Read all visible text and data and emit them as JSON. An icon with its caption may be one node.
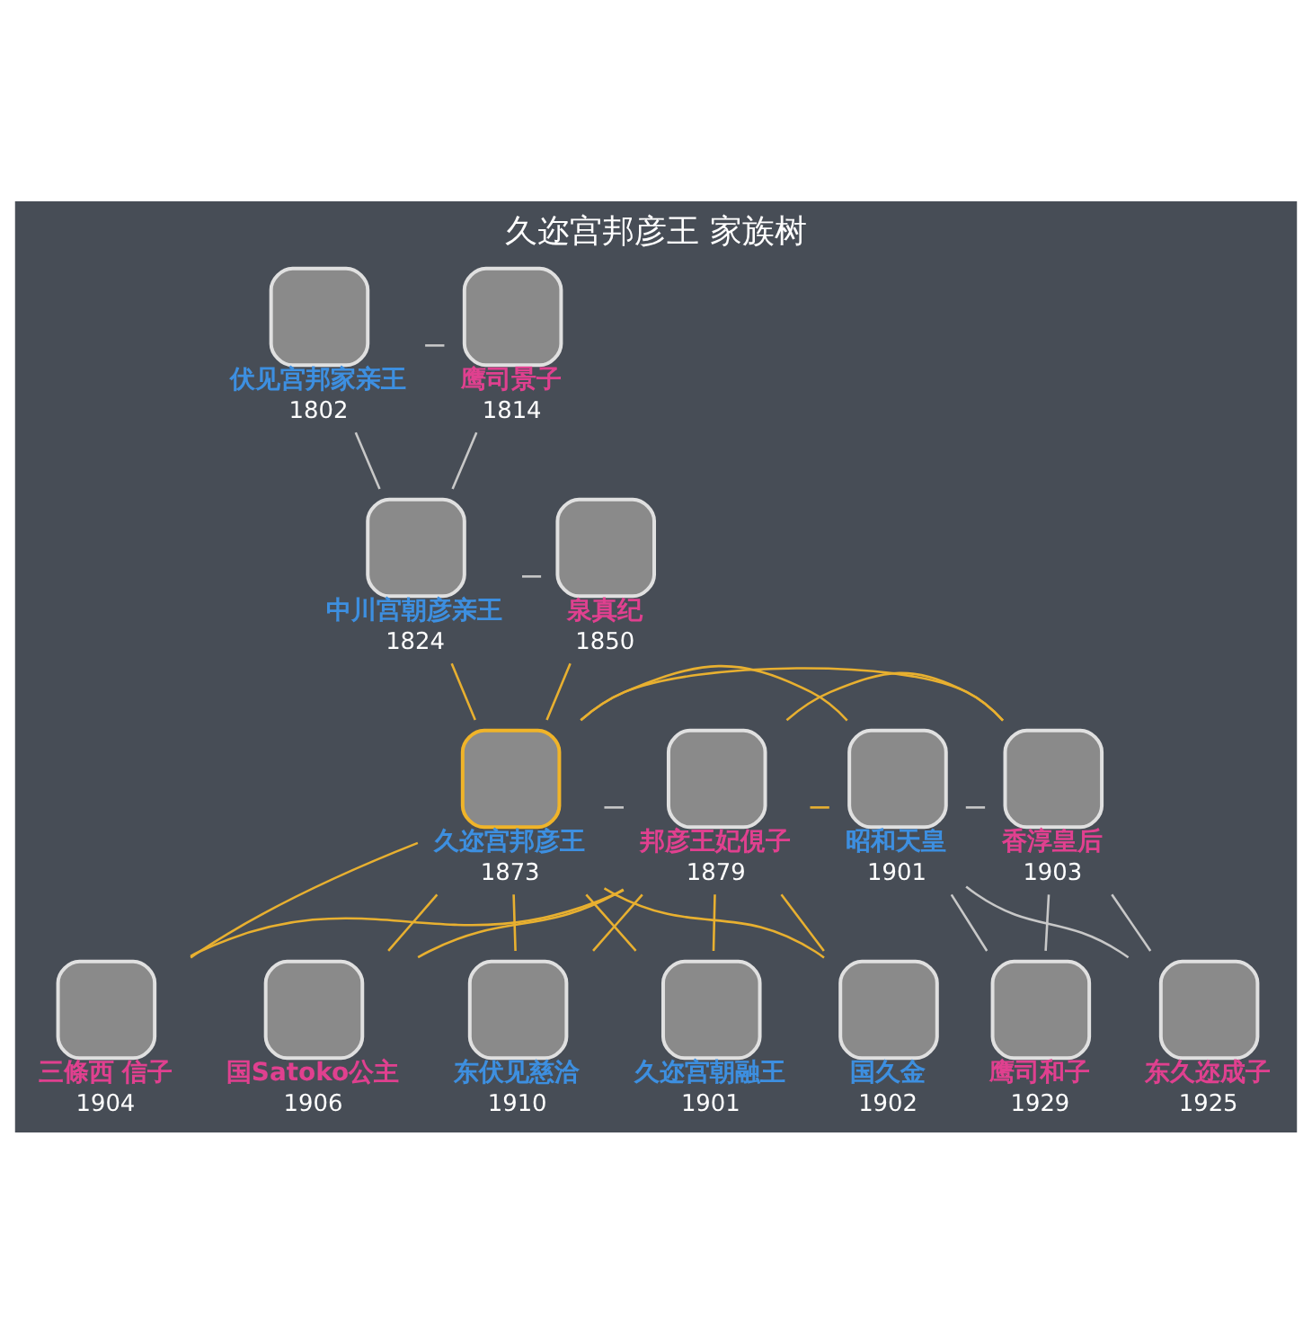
{
  "diagram": {
    "title": "久迩宫邦彦王 家族树",
    "nodes": [
      {
        "text": [
          "伏见宫邦家亲王",
          "1802"
        ]
      },
      {
        "text": [
          "鹰司景子",
          "1814"
        ]
      },
      {
        "text": [
          "中川宫朝彦亲王",
          "1824"
        ]
      },
      {
        "text": [
          "泉真纪",
          "1850"
        ]
      },
      {
        "text": [
          "久迩宫邦彦王",
          "1873"
        ]
      },
      {
        "text": [
          "邦彦王妃俔子",
          "1879"
        ]
      },
      {
        "text": [
          "久迩宫朝融王",
          "1901"
        ]
      },
      {
        "text": [
          "国久金",
          "1902"
        ]
      },
      {
        "text": [
          "昭和天皇",
          "1901"
        ]
      },
      {
        "text": [
          "香淳皇后",
          "1903"
        ]
      },
      {
        "text": [
          "三條西 信子",
          "1904"
        ]
      },
      {
        "text": [
          "国Satoko公主",
          "1906"
        ]
      },
      {
        "text": [
          "东伏见慈洽",
          "1910"
        ]
      },
      {
        "text": [
          "东久迩成子",
          "1925"
        ]
      },
      {
        "text": [
          "鹰司和子",
          "1929"
        ]
      }
    ],
    "edges": [
      {
        "from": 0,
        "to": 1,
        "arrow": "none",
        "color": "#c8c8c8"
      },
      {
        "from": 0,
        "to": 2,
        "arrow": "none",
        "color": "#c8c8c8"
      },
      {
        "from": 1,
        "to": 2,
        "arrow": "none",
        "color": "#c8c8c8"
      },
      {
        "from": 2,
        "to": 3,
        "arrow": "none",
        "color": "#c8c8c8"
      },
      {
        "from": 2,
        "to": 4,
        "arrow": "none",
        "color": "#e8b030"
      },
      {
        "from": 3,
        "to": 4,
        "arrow": "none",
        "color": "#e8b030"
      },
      {
        "from": 4,
        "to": 5,
        "arrow": "none",
        "color": "#c8c8c8"
      },
      {
        "from": 4,
        "to": 6,
        "arrow": "none",
        "color": "#e8b030"
      },
      {
        "from": 5,
        "to": 6,
        "arrow": "none",
        "color": "#e8b030"
      },
      {
        "from": 4,
        "to": 7,
        "arrow": "none",
        "color": "#e8b030"
      },
      {
        "from": 5,
        "to": 7,
        "arrow": "none",
        "color": "#e8b030"
      },
      {
        "from": 4,
        "to": 8,
        "arrow": "none",
        "color": "#e8b030"
      },
      {
        "from": 5,
        "to": 8,
        "arrow": "none",
        "color": "#e8b030"
      },
      {
        "from": 4,
        "to": 9,
        "arrow": "none",
        "color": "#e8b030"
      },
      {
        "from": 5,
        "to": 9,
        "arrow": "none",
        "color": "#e8b030"
      },
      {
        "from": 4,
        "to": 10,
        "arrow": "none",
        "color": "#e8b030"
      },
      {
        "from": 5,
        "to": 10,
        "arrow": "none",
        "color": "#e8b030"
      },
      {
        "from": 4,
        "to": 11,
        "arrow": "none",
        "color": "#e8b030"
      },
      {
        "from": 5,
        "to": 11,
        "arrow": "none",
        "color": "#e8b030"
      },
      {
        "from": 4,
        "to": 12,
        "arrow": "none",
        "color": "#e8b030"
      },
      {
        "from": 5,
        "to": 12,
        "arrow": "none",
        "color": "#e8b030"
      },
      {
        "from": 8,
        "to": 9,
        "arrow": "none",
        "color": "#c8c8c8"
      },
      {
        "from": 8,
        "to": 13,
        "arrow": "none",
        "color": "#c8c8c8"
      },
      {
        "from": 9,
        "to": 13,
        "arrow": "none",
        "color": "#c8c8c8"
      },
      {
        "from": 8,
        "to": 14,
        "arrow": "none",
        "color": "#c8c8c8"
      },
      {
        "from": 9,
        "to": 14,
        "arrow": "none",
        "color": "#c8c8c8"
      }
    ]
  }
}
